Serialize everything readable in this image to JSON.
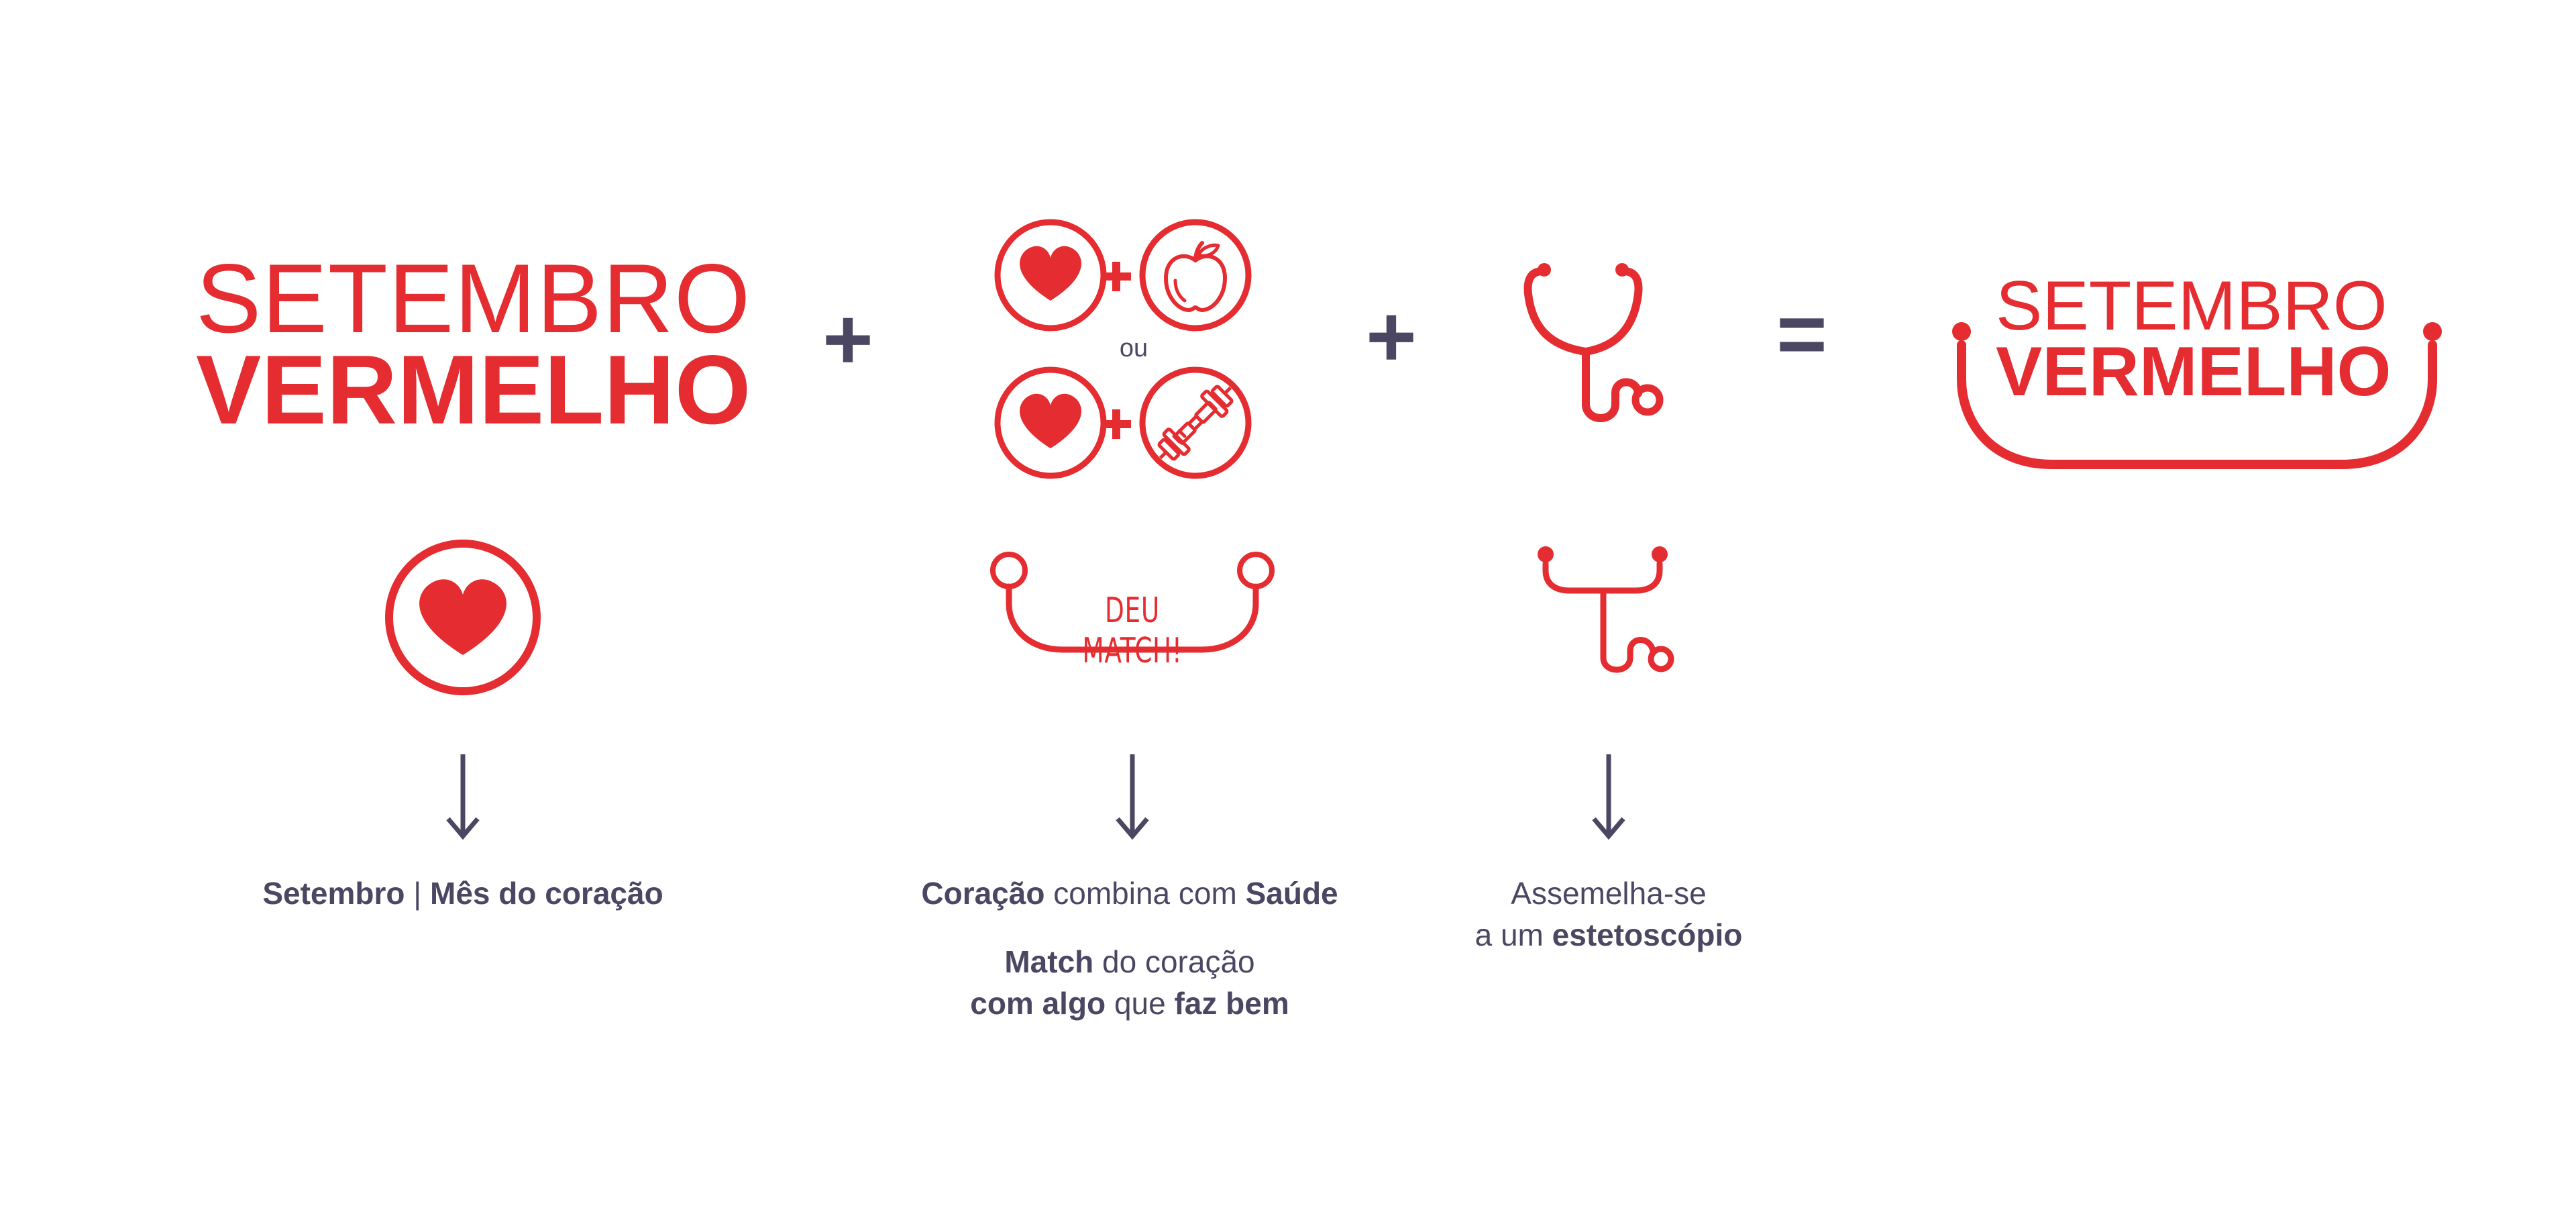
{
  "colors": {
    "red": "#e52c30",
    "dark": "#4b4763",
    "background": "#ffffff"
  },
  "title_logo": {
    "line1": "SETEMBRO",
    "line2": "VERMELHO"
  },
  "operators": {
    "plus": "+",
    "equals": "="
  },
  "combo": {
    "or_label": "ou",
    "icons": [
      "heart-icon",
      "apple-icon",
      "dumbbell-icon",
      "stethoscope-icon"
    ]
  },
  "match_badge": {
    "text": "DEU MATCH!"
  },
  "final_logo": {
    "line1": "SETEMBRO",
    "line2": "VERMELHO"
  },
  "captions": {
    "col1": {
      "part1": "Setembro",
      "sep": " | ",
      "part2": "Mês do coração"
    },
    "col2": {
      "line1_a": "Coração",
      "line1_b": " combina com ",
      "line1_c": "Saúde",
      "line2_a": "Match",
      "line2_b": " do coração",
      "line3_a": "com algo",
      "line3_b": " que ",
      "line3_c": "faz bem"
    },
    "col3": {
      "line1": "Assemelha-se",
      "line2_a": "a um ",
      "line2_b": "estetoscópio"
    }
  }
}
